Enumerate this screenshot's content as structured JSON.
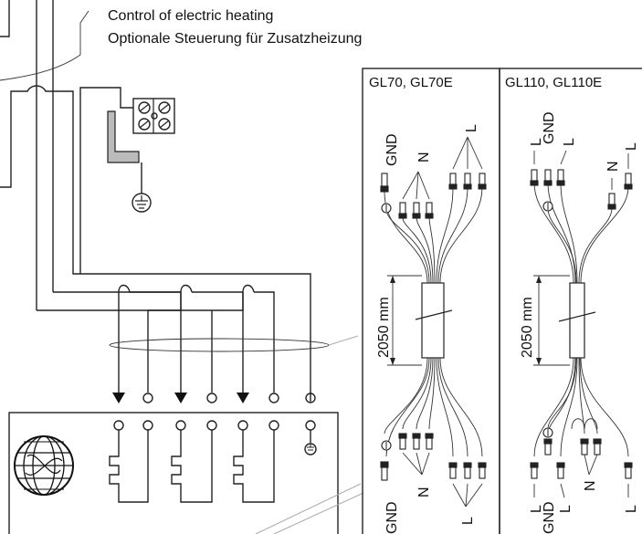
{
  "caption": {
    "line1": "Control of electric heating",
    "line2": "Optionale Steuerung für Zusatzheizung"
  },
  "panels": {
    "left": {
      "title": "GL70, GL70E",
      "dimension": "2050 mm"
    },
    "right": {
      "title": "GL110, GL110E",
      "dimension": "2050 mm"
    }
  },
  "labels": {
    "gnd": "GND",
    "n": "N",
    "l": "L"
  },
  "icons": [
    "ground-symbol-icon",
    "globe-heater-icon",
    "heating-element-icon",
    "arrow-terminal-icon",
    "ring-terminal-icon"
  ],
  "colors": {
    "line": "#222222",
    "grey_block": "#bbbbbb",
    "panel_border": "#222222"
  }
}
